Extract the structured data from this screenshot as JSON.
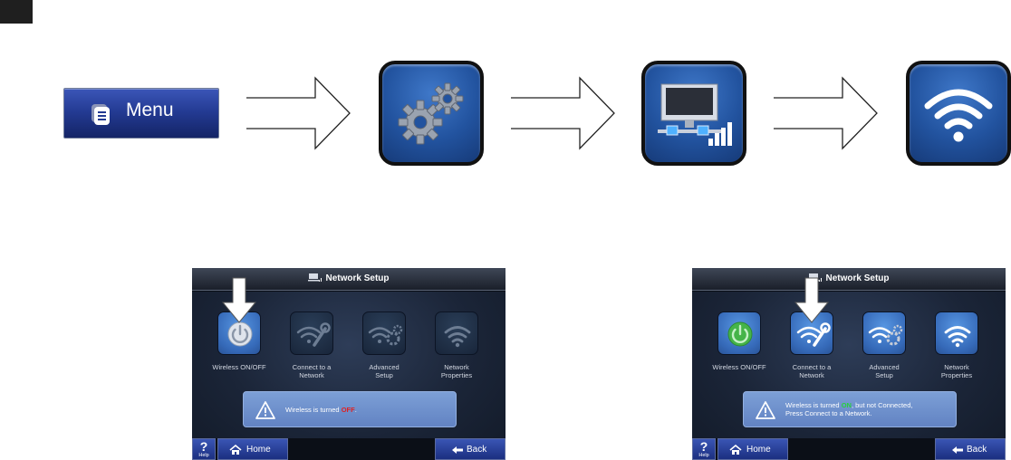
{
  "menu_button": {
    "label": "Menu",
    "icon": "menu-icon"
  },
  "flow": {
    "steps": [
      "settings-gears-icon",
      "network-monitor-signal-icon",
      "wifi-icon"
    ]
  },
  "screens": [
    {
      "title": "Network Setup",
      "icons": [
        {
          "label_lines": [
            "Wireless ON/OFF",
            ""
          ],
          "state": "active",
          "icon": "power-icon"
        },
        {
          "label_lines": [
            "Connect to a",
            "Network"
          ],
          "state": "disabled",
          "icon": "wifi-wrench-icon"
        },
        {
          "label_lines": [
            "Advanced",
            "Setup"
          ],
          "state": "disabled",
          "icon": "wifi-gears-icon"
        },
        {
          "label_lines": [
            "Network",
            "Properties"
          ],
          "state": "disabled",
          "icon": "wifi-icon"
        }
      ],
      "message": {
        "prefix": "Wireless is turned ",
        "status": "OFF",
        "suffix": ".",
        "line2": ""
      },
      "help": {
        "symbol": "?",
        "label": "Help"
      },
      "home_label": "Home",
      "back_label": "Back"
    },
    {
      "title": "Network Setup",
      "icons": [
        {
          "label_lines": [
            "Wireless ON/OFF",
            ""
          ],
          "state": "active",
          "icon": "power-icon"
        },
        {
          "label_lines": [
            "Connect to a",
            "Network"
          ],
          "state": "active",
          "icon": "wifi-wrench-icon"
        },
        {
          "label_lines": [
            "Advanced",
            "Setup"
          ],
          "state": "active",
          "icon": "wifi-gears-icon"
        },
        {
          "label_lines": [
            "Network",
            "Properties"
          ],
          "state": "active",
          "icon": "wifi-icon"
        }
      ],
      "message": {
        "prefix": "Wireless is turned ",
        "status": "ON",
        "suffix": ", but not Connected,",
        "line2": "Press Connect to a Network."
      },
      "help": {
        "symbol": "?",
        "label": "Help"
      },
      "home_label": "Home",
      "back_label": "Back"
    }
  ],
  "colors": {
    "accent": "#2a57a6",
    "status_off": "#e02020",
    "status_on": "#27d13d"
  }
}
